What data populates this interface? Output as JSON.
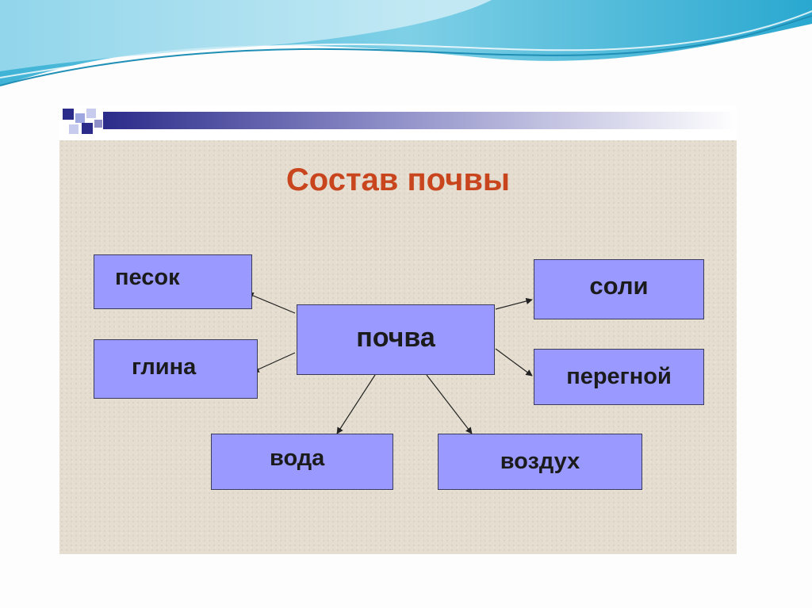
{
  "diagram": {
    "title": "Состав почвы",
    "center": "почва",
    "components": {
      "sand": "песок",
      "clay": "глина",
      "salts": "соли",
      "humus": "перегной",
      "water": "вода",
      "air": "воздух"
    }
  },
  "colors": {
    "title": "#c8451d",
    "box_fill": "#9999ff",
    "slide_background": "#e4ddd0",
    "header_band": "#2b2b8a"
  }
}
